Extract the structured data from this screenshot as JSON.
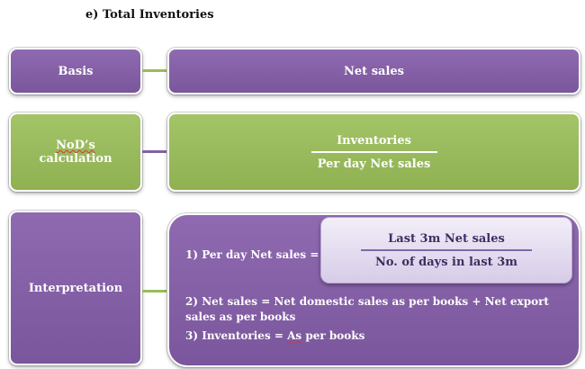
{
  "heading": "e)  Total Inventories",
  "rows": {
    "basis": {
      "label": "Basis",
      "value": "Net sales"
    },
    "nod": {
      "label_line1": "NoD’s",
      "label_line2": "calculation",
      "numerator": "Inventories",
      "denominator": "Per day Net sales"
    },
    "interpretation": {
      "label": "Interpretation",
      "item1_prefix": "1) Per day Net sales =",
      "formula_numerator": "Last 3m Net sales",
      "formula_denominator": "No. of days in last 3m",
      "item2_line1": "2) Net sales = Net domestic sales as per books + Net export",
      "item2_line2": "sales as per books",
      "item3_start": "3) Inventories = ",
      "item3_as": "As",
      "item3_end": " per books"
    }
  },
  "colors": {
    "purple": "#8064a2",
    "green": "#9bbb59"
  }
}
